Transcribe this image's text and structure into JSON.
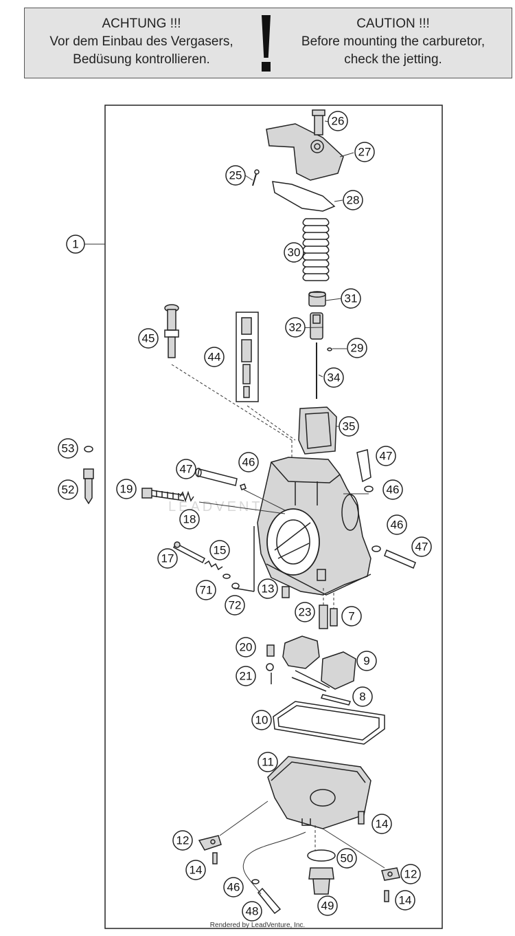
{
  "caution": {
    "de_title": "ACHTUNG !!!",
    "de_line1": "Vor dem Einbau des Vergasers,",
    "de_line2": "Bedüsung kontrollieren.",
    "en_title": "CAUTION !!!",
    "en_line1": "Before mounting the carburetor,",
    "en_line2": "check the jetting."
  },
  "callouts": {
    "c1": "1",
    "c7": "7",
    "c8": "8",
    "c9": "9",
    "c10": "10",
    "c11": "11",
    "c12a": "12",
    "c12b": "12",
    "c13": "13",
    "c14a": "14",
    "c14b": "14",
    "c14c": "14",
    "c15": "15",
    "c17": "17",
    "c18": "18",
    "c19": "19",
    "c20": "20",
    "c21": "21",
    "c23": "23",
    "c25": "25",
    "c26": "26",
    "c27": "27",
    "c28": "28",
    "c29": "29",
    "c30": "30",
    "c31": "31",
    "c32": "32",
    "c34": "34",
    "c35": "35",
    "c44": "44",
    "c45": "45",
    "c46a": "46",
    "c46b": "46",
    "c46c": "46",
    "c46d": "46",
    "c47a": "47",
    "c47b": "47",
    "c47c": "47",
    "c48": "48",
    "c49": "49",
    "c50": "50",
    "c52": "52",
    "c53": "53",
    "c71": "71",
    "c72": "72"
  },
  "watermark": "LEADVENTURE",
  "footer": "Rendered by LeadVenture, Inc."
}
